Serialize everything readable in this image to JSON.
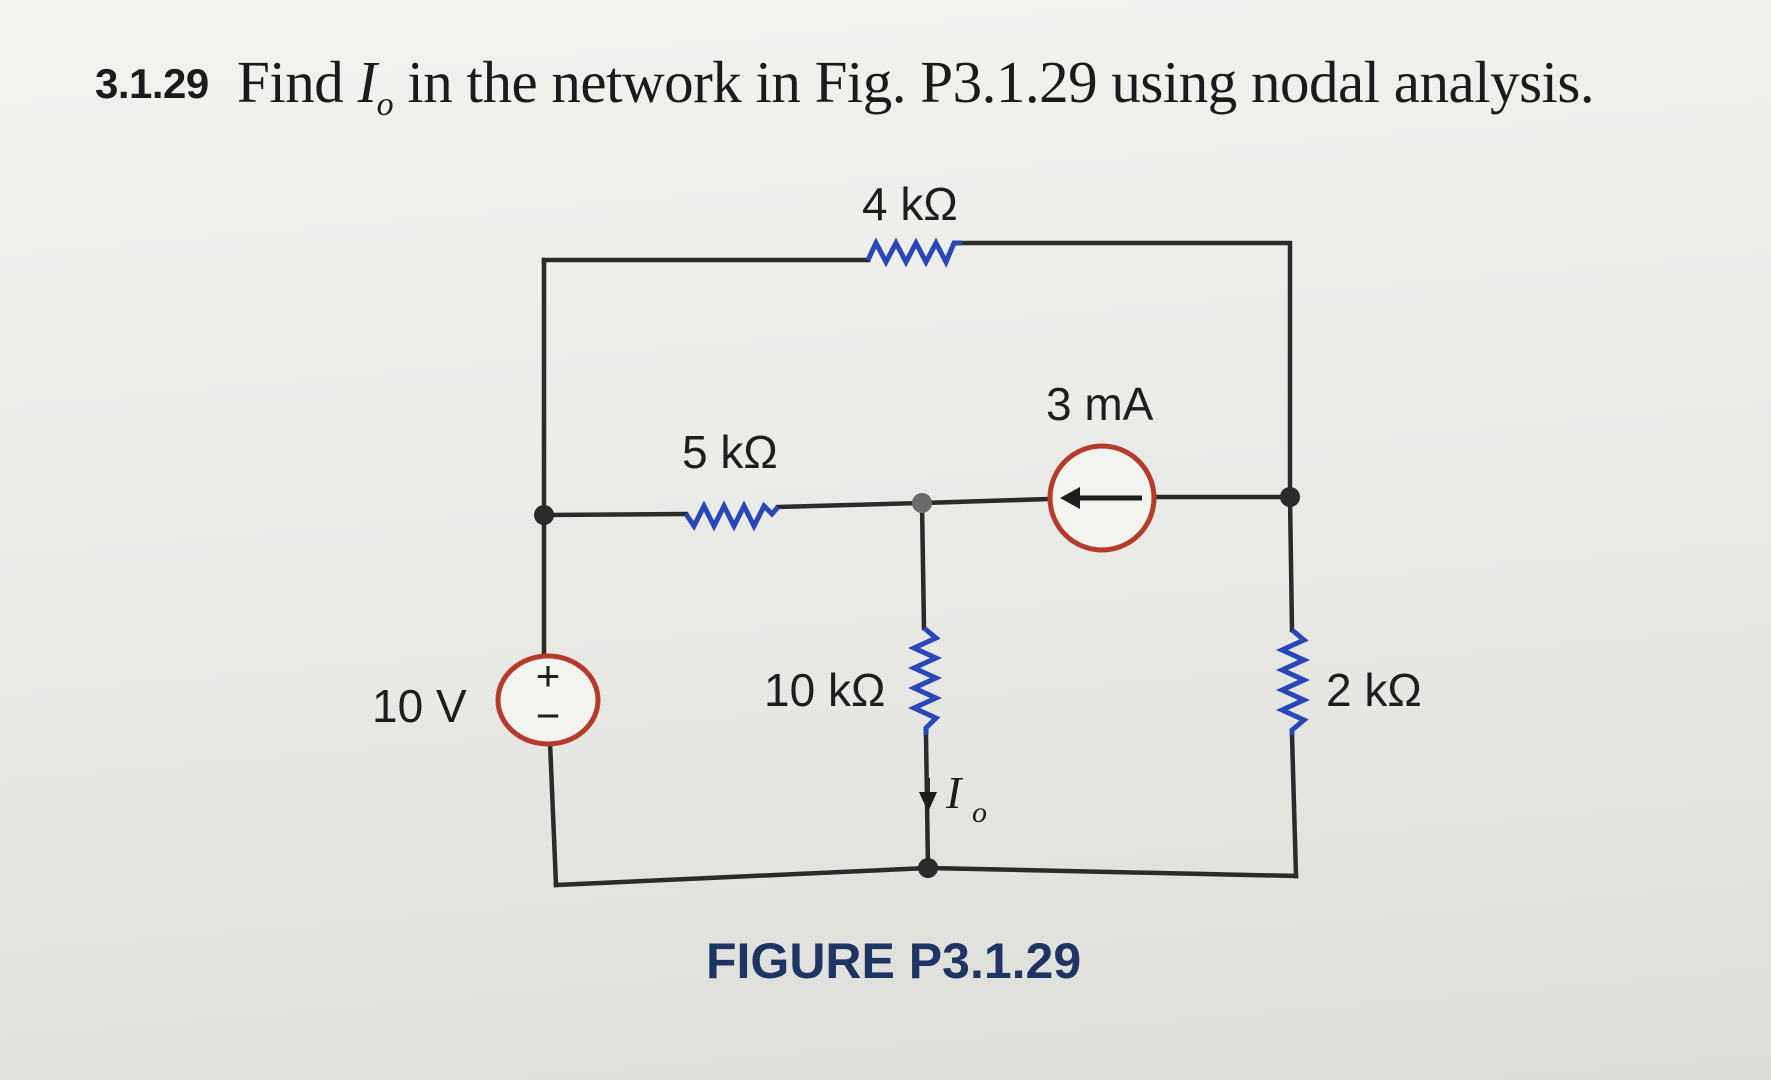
{
  "problem": {
    "number": "3.1.29",
    "text_before": "Find",
    "variable": "I",
    "subscript": "o",
    "text_after": "in the network in Fig. P3.1.29 using nodal analysis."
  },
  "circuit": {
    "r_top": "4 kΩ",
    "r_left": "5 kΩ",
    "current_source": "3 mA",
    "voltage_source": "10 V",
    "plus_sign": "+",
    "minus_sign": "−",
    "r_mid": "10 kΩ",
    "r_right": "2 kΩ",
    "current_label": "I",
    "current_subscript": "o"
  },
  "caption": "FIGURE P3.1.29",
  "colors": {
    "resistor": "#2947b8",
    "source": "#b53a2a",
    "caption": "#1e3563",
    "wire": "#2b2b2b"
  }
}
